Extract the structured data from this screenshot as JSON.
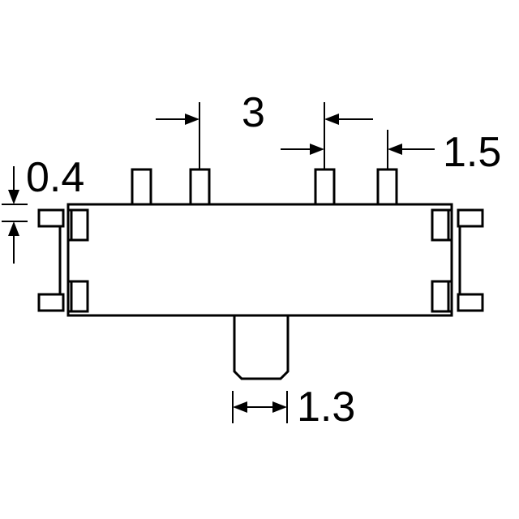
{
  "drawing": {
    "dimensions": {
      "pin_pitch": "3",
      "pin_width": "1.5",
      "pad_thickness": "0.4",
      "actuator_width": "1.3"
    }
  }
}
